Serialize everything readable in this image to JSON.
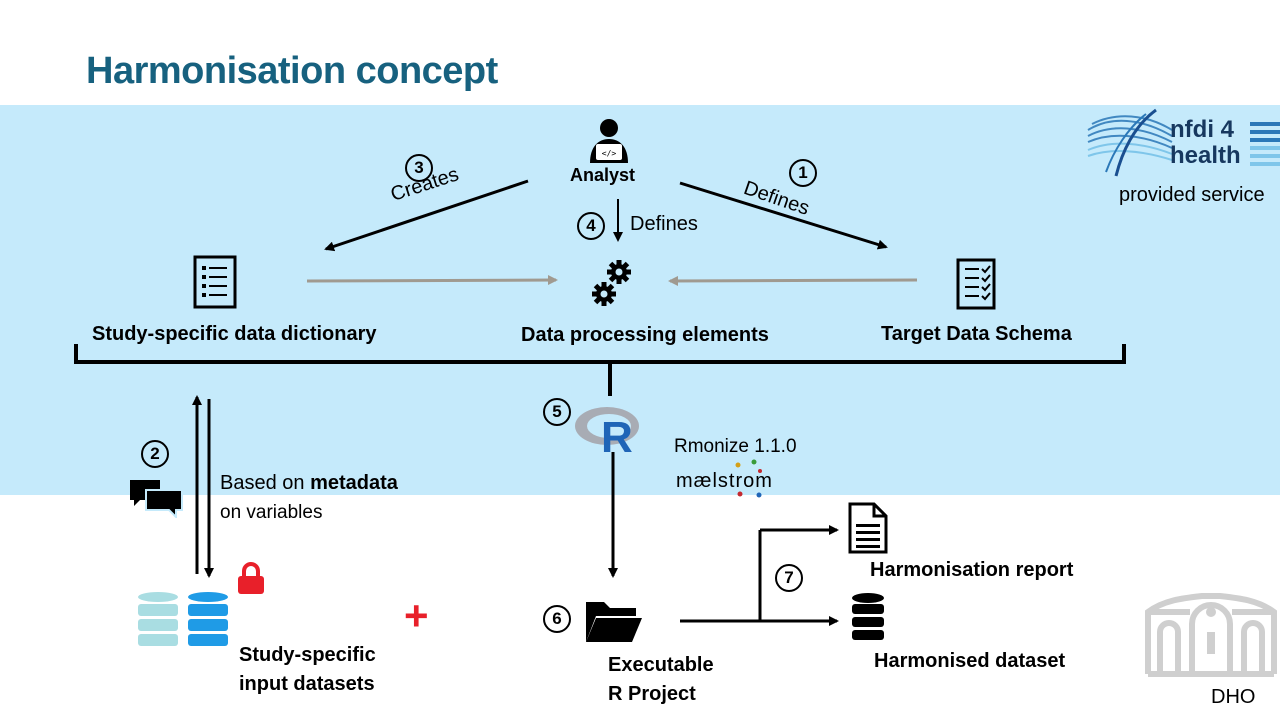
{
  "title": "Harmonisation concept",
  "colors": {
    "band": "#c5eafb",
    "title": "#17617f",
    "plus": "#e8202a",
    "lock": "#e8202a",
    "db_light": "#a9dde2",
    "db_blue": "#1f9be6",
    "gray_arrow": "#a09a90"
  },
  "analyst": {
    "label": "Analyst",
    "icon": "developer-person-icon"
  },
  "steps": {
    "s1": "1",
    "s2": "2",
    "s3": "3",
    "s4": "4",
    "s5": "5",
    "s6": "6",
    "s7": "7"
  },
  "arrows": {
    "creates": "Creates",
    "defines_schema": "Defines",
    "defines_processing": "Defines"
  },
  "nodes": {
    "dictionary": "Study-specific data dictionary",
    "processing": "Data processing elements",
    "schema": "Target Data Schema",
    "input_line1": "Study-specific",
    "input_line2": "input datasets",
    "project_line1": "Executable",
    "project_line2": "R Project",
    "report": "Harmonisation report",
    "dataset": "Harmonised dataset"
  },
  "metadata_note": {
    "line1_prefix": "Based on ",
    "line1_bold": "metadata",
    "line2": "on variables"
  },
  "rmonize": {
    "version_label": "Rmonize 1.1.0",
    "maelstrom": "mælstrom"
  },
  "nfdi": {
    "line1": "nfdi 4",
    "line2": "health",
    "caption": "provided service"
  },
  "dho": {
    "label": "DHO"
  },
  "plus_sign": "+"
}
